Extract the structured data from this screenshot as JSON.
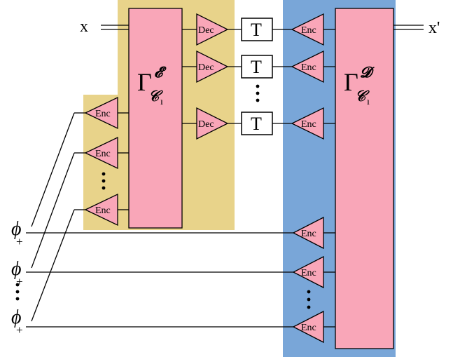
{
  "colors": {
    "encoder_region": "#e8d38a",
    "decoder_region": "#79a6d8",
    "block": "#f9a6b8"
  },
  "labels": {
    "input": "x",
    "output": "x'",
    "encoder_block_symbol": "Γ",
    "encoder_block_super": "𝓔",
    "encoder_block_sub": "𝒞",
    "encoder_block_subsub": "ı",
    "decoder_block_symbol": "Γ",
    "decoder_block_super": "𝓓",
    "decoder_block_sub": "𝒞",
    "decoder_block_subsub": "ı",
    "encoder_amp": "Enc",
    "decoder_amp": "Dec",
    "channel": "T",
    "phi": "ϕ",
    "phi_sub": "+"
  }
}
